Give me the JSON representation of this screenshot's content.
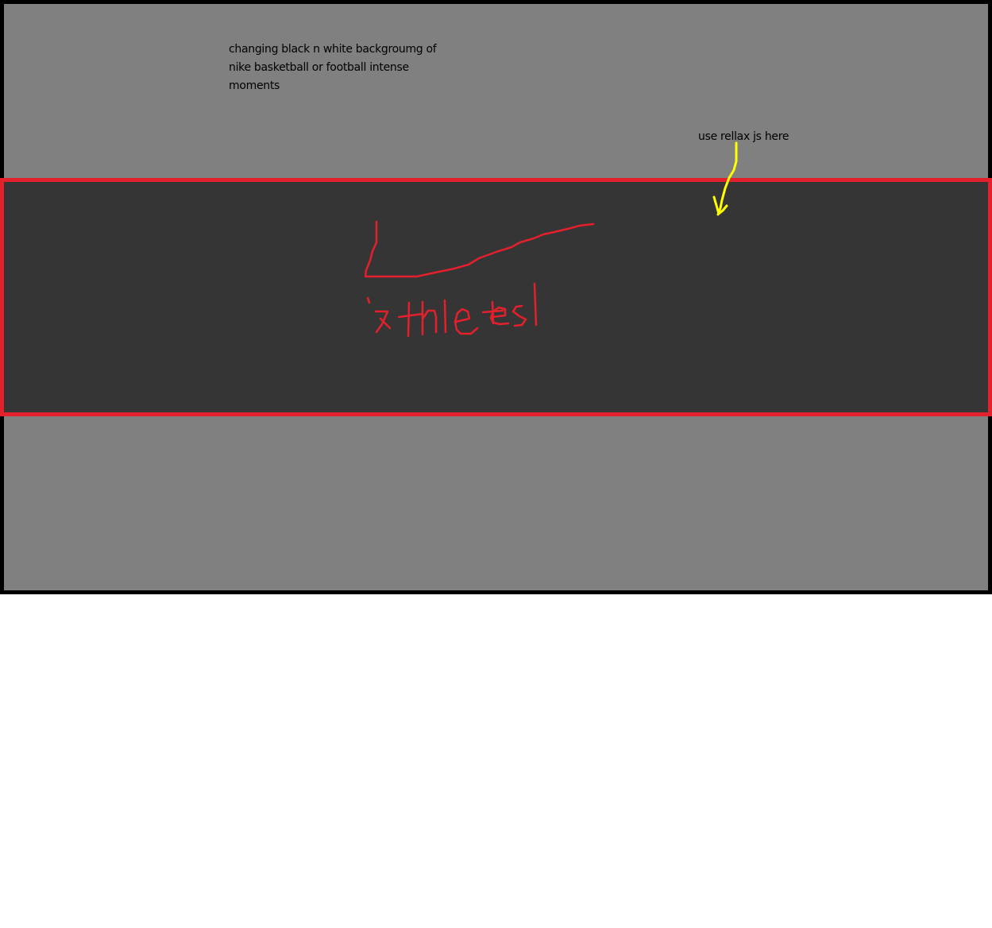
{
  "notes": {
    "background_lines": [
      "changing black n white backgroumg of",
      "nike basketball or football intense",
      "moments"
    ],
    "parallax": "use rellax js here"
  },
  "hero": {
    "word": "athletes",
    "logo": "swoosh"
  },
  "colors": {
    "outer_fill": "#808080",
    "outer_border": "#000000",
    "band_fill": "#353535",
    "band_border": "#e3202b",
    "annotation": "#000000",
    "arrow": "#ffff00",
    "scribble": "#e3202b"
  },
  "icons": {
    "arrow": "hand-drawn-arrow-icon",
    "logo": "swoosh-icon"
  }
}
